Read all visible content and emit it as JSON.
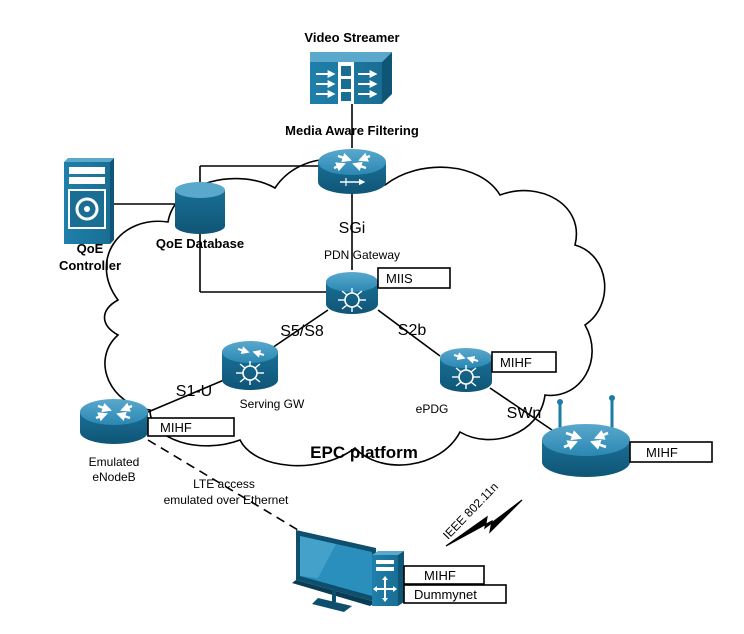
{
  "colors": {
    "device": "#1c7ca6",
    "device_dark": "#0e5575",
    "device_light": "#6fb3d2",
    "cloud_stroke": "#000000",
    "arrow": "#ffffff"
  },
  "nodes": {
    "video_streamer": {
      "label": "Video Streamer",
      "icon": "video-streamer-icon"
    },
    "media_filter": {
      "label": "Media Aware Filtering",
      "icon": "router-icon"
    },
    "qoe_controller": {
      "label_line1": "QoE",
      "label_line2": "Controller",
      "icon": "server-icon"
    },
    "qoe_database": {
      "label": "QoE Database",
      "icon": "database-icon"
    },
    "pdn_gateway": {
      "label": "PDN Gateway",
      "tag": "MIIS",
      "icon": "switch-router-icon"
    },
    "serving_gw": {
      "label": "Serving GW",
      "icon": "switch-router-icon"
    },
    "epdg": {
      "label": "ePDG",
      "tag": "MIHF",
      "icon": "switch-router-icon"
    },
    "enodeb": {
      "label_line1": "Emulated",
      "label_line2": "eNodeB",
      "tag": "MIHF",
      "icon": "router-icon"
    },
    "wifi_ap": {
      "tag": "MIHF",
      "icon": "wireless-router-icon"
    },
    "client": {
      "tag1": "MIHF",
      "tag2": "Dummynet",
      "icon": "tv-client-icon"
    }
  },
  "interfaces": {
    "sgi": "SGi",
    "s5s8": "S5/S8",
    "s2b": "S2b",
    "s1u": "S1-U",
    "swn": "SWn"
  },
  "annotations": {
    "epc": "EPC platform",
    "lte_line1": "LTE access",
    "lte_line2": "emulated over Ethernet",
    "wifi": "IEEE 802.11n"
  }
}
